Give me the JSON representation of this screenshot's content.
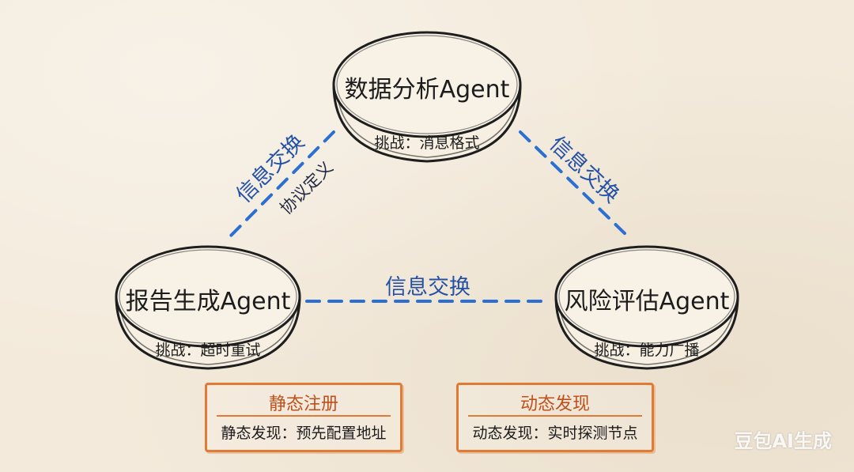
{
  "nodes": {
    "data_analysis": {
      "title": "数据分析Agent",
      "challenge": "挑战：消息格式"
    },
    "report": {
      "title": "报告生成Agent",
      "challenge": "挑战：超时重试"
    },
    "risk": {
      "title": "风险评估Agent",
      "challenge": "挑战：能力广播"
    }
  },
  "links": {
    "left": {
      "label": "信息交换",
      "sublabel": "协议定义"
    },
    "right": {
      "label": "信息交换"
    },
    "bottom": {
      "label": "信息交换"
    }
  },
  "boxes": {
    "static": {
      "title": "静态注册",
      "body": "静态发现：预先配置地址"
    },
    "dynamic": {
      "title": "动态发现",
      "body": "动态发现：实时探测节点"
    }
  },
  "watermark": "豆包AI生成",
  "colors": {
    "link": "#2a6fd1",
    "link_text": "#2451a6",
    "box": "#e07a35",
    "box_title": "#c0501a"
  }
}
